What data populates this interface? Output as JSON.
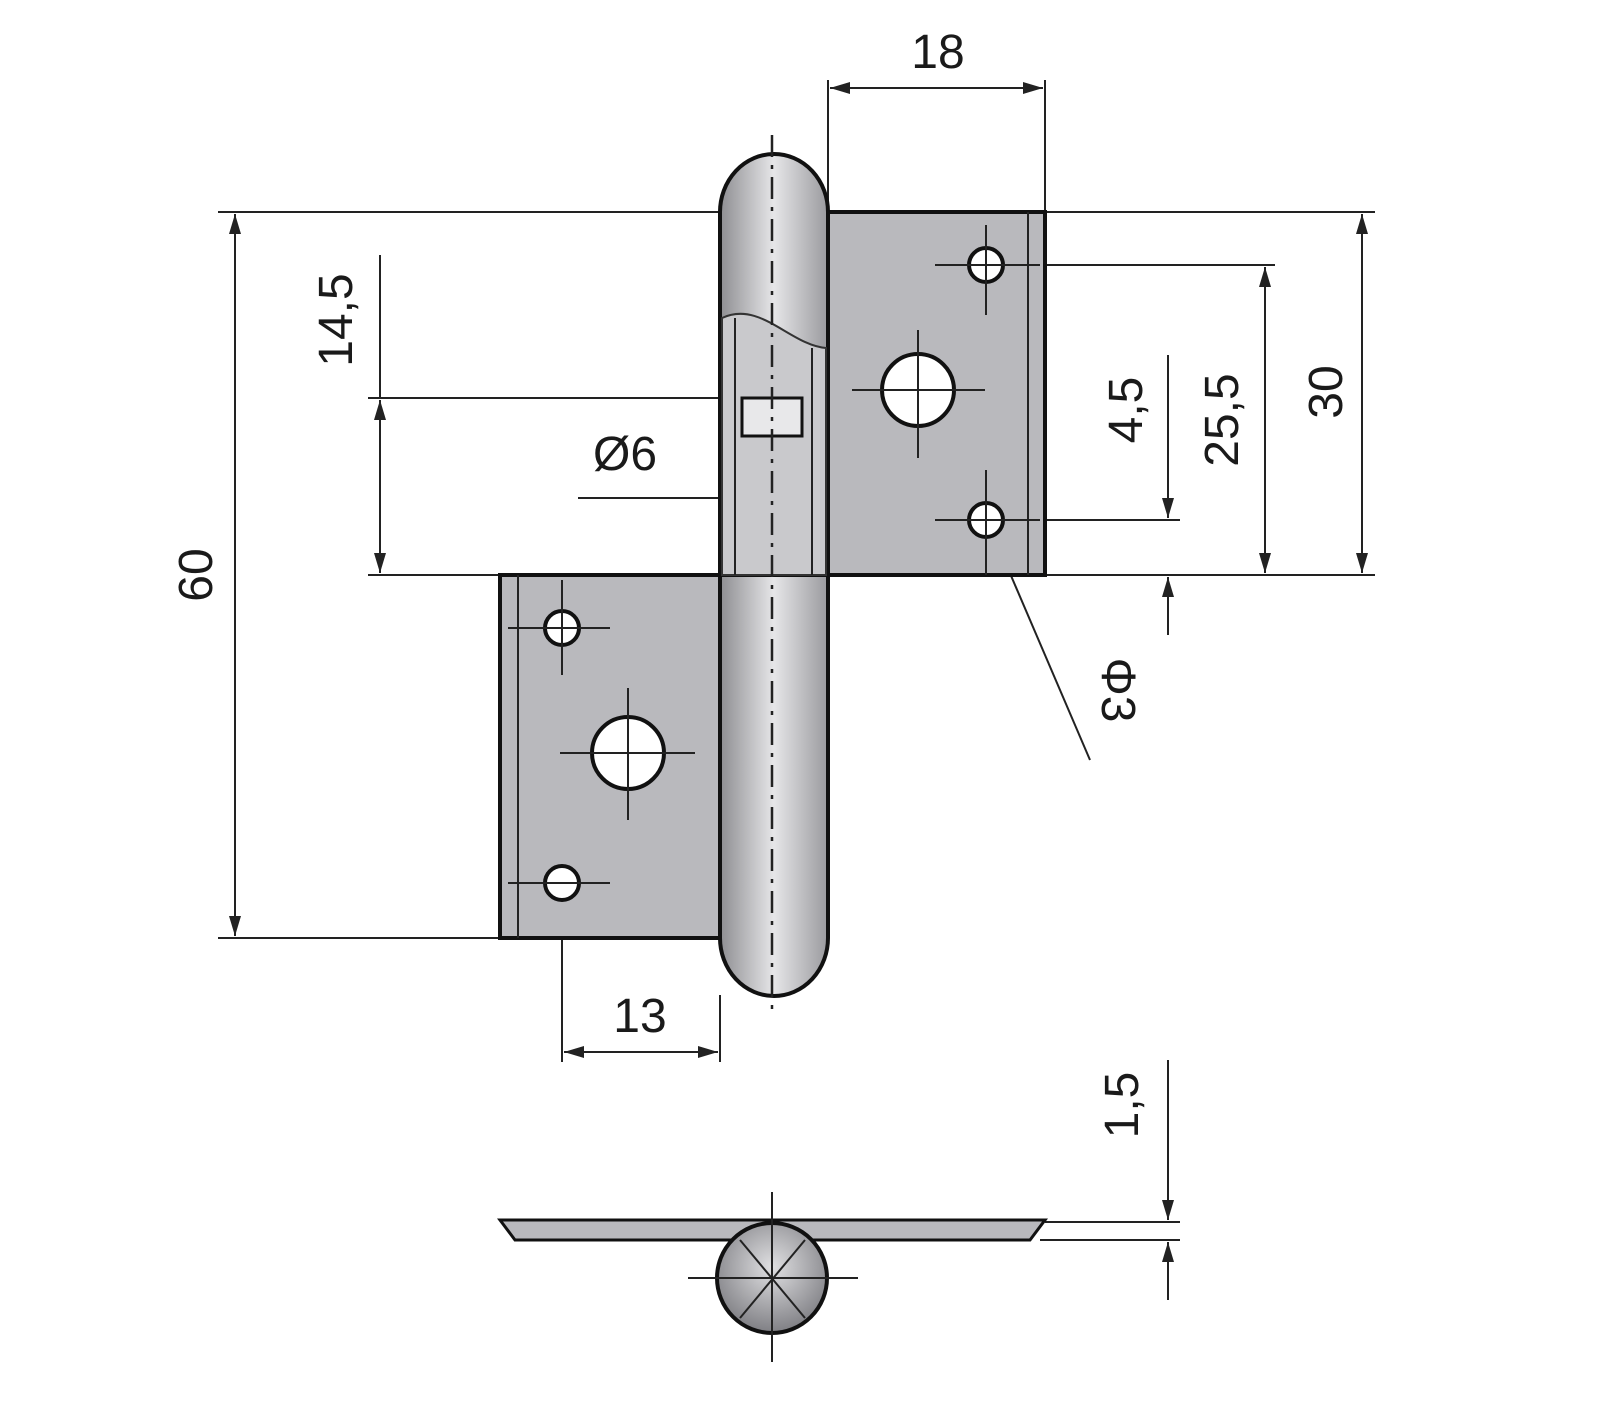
{
  "title": "Lift-off hinge technical drawing",
  "dimensions": {
    "leaf_width_top": "18",
    "offset_14_5": "14,5",
    "pin_diameter": "Ø6",
    "total_height": "60",
    "hole_offset": "4,5",
    "hole_spacing": "25,5",
    "leaf_height": "30",
    "small_hole_diameter": "Φ3",
    "leaf_width_bottom": "13",
    "thickness": "1,5"
  },
  "colors": {
    "metal": "#b9b9bd",
    "line": "#222222"
  }
}
